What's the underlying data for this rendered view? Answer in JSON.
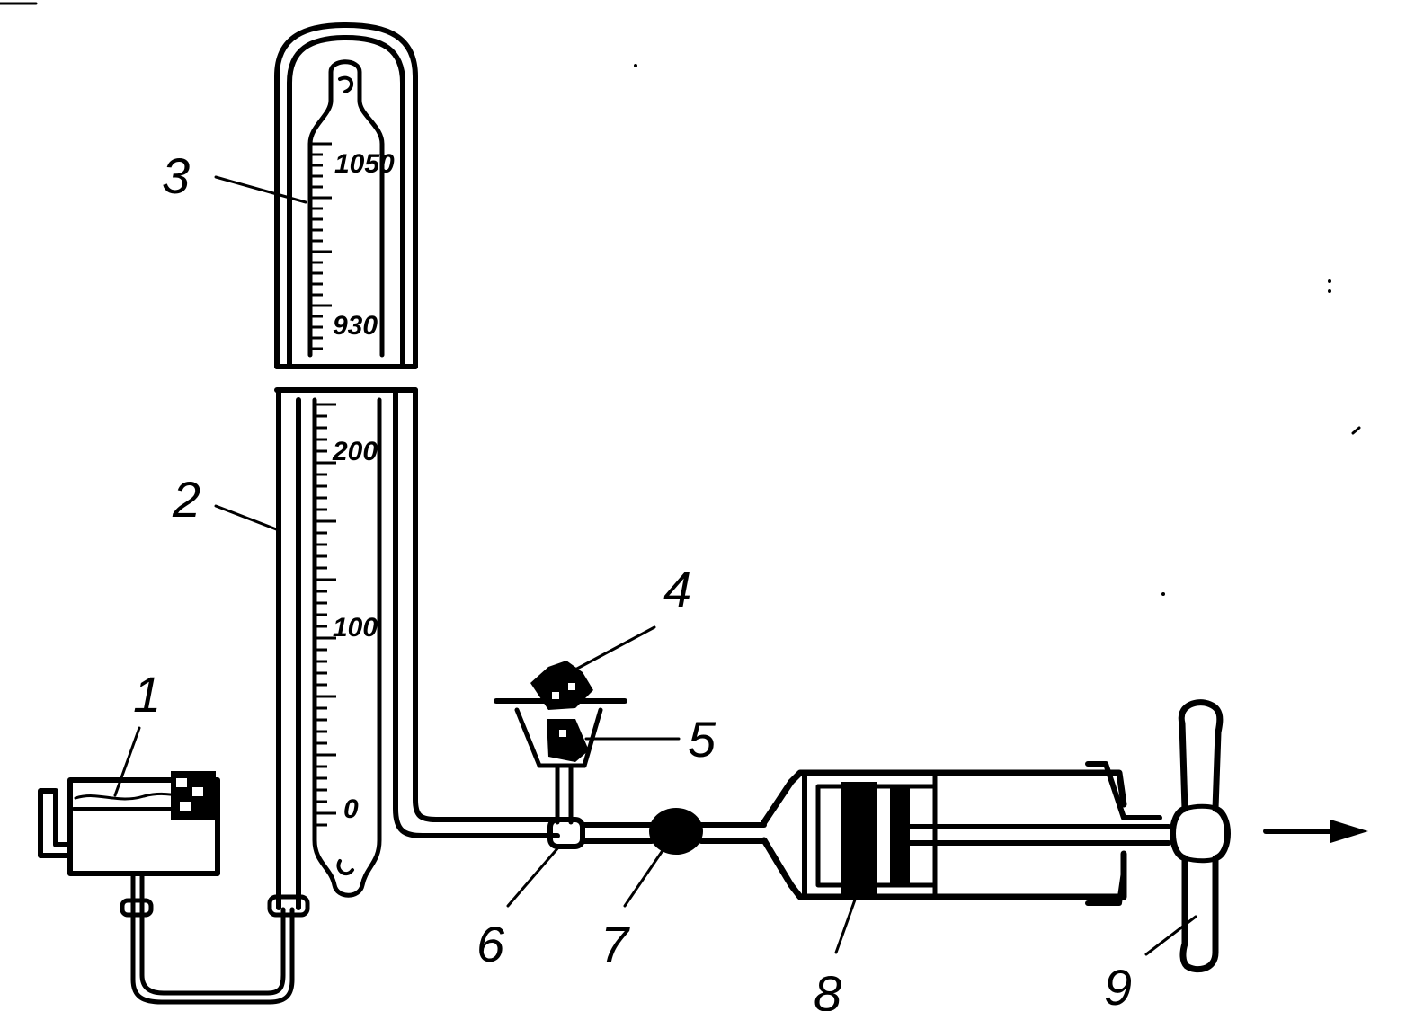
{
  "labels": {
    "l1": "1",
    "l2": "2",
    "l3": "3",
    "l4": "4",
    "l5": "5",
    "l6": "6",
    "l7": "7",
    "l8": "8",
    "l9": "9"
  },
  "scale_marks": {
    "upper_top": "1050",
    "upper_bottom": "930",
    "lower_top": "200",
    "lower_mid": "100",
    "lower_zero": "0"
  },
  "colors": {
    "ink": "#000000",
    "paper": "#ffffff"
  }
}
